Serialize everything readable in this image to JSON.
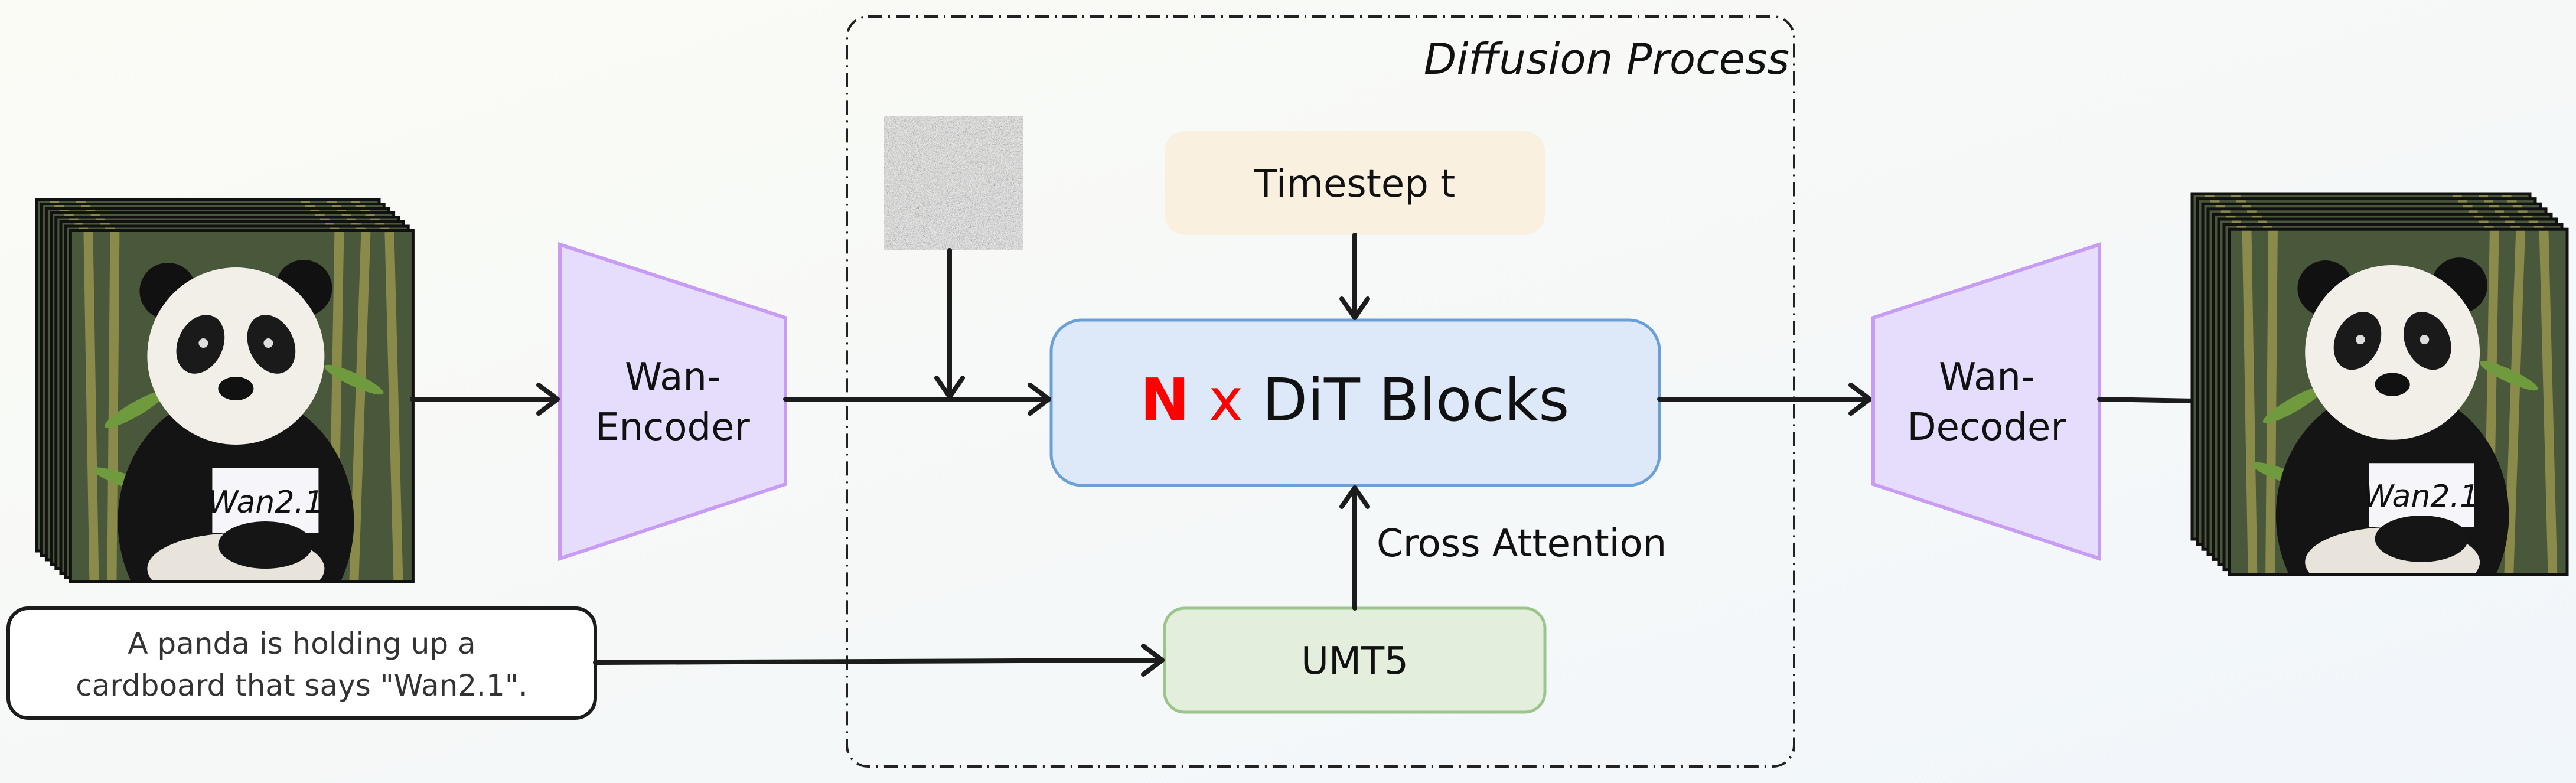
{
  "input_frames": {
    "sign_text": "Wan2.1",
    "frame_count": 8
  },
  "output_frames": {
    "sign_text": "Wan2.1",
    "frame_count": 8
  },
  "encoder": {
    "line1": "Wan-",
    "line2": "Encoder",
    "color": "#e6dcfc",
    "stroke": "#c79cf2"
  },
  "decoder": {
    "line1": "Wan-",
    "line2": "Decoder",
    "color": "#e6dcfc",
    "stroke": "#c79cf2"
  },
  "prompt": {
    "line1": "A panda is holding up a",
    "line2": "cardboard that says \"Wan2.1\"."
  },
  "diffusion": {
    "title": "Diffusion Process",
    "timestep": {
      "label": "Timestep t",
      "color": "#faf0df"
    },
    "dit": {
      "n": "N",
      "x": "x",
      "label": "DiT Blocks",
      "color": "#dde9f9",
      "stroke": "#6aa0d6",
      "accent": "#ff0000"
    },
    "cross_attention": "Cross Attention",
    "text_encoder": {
      "label": "UMT5",
      "color": "#e3efdc",
      "stroke": "#9dc48a"
    }
  }
}
